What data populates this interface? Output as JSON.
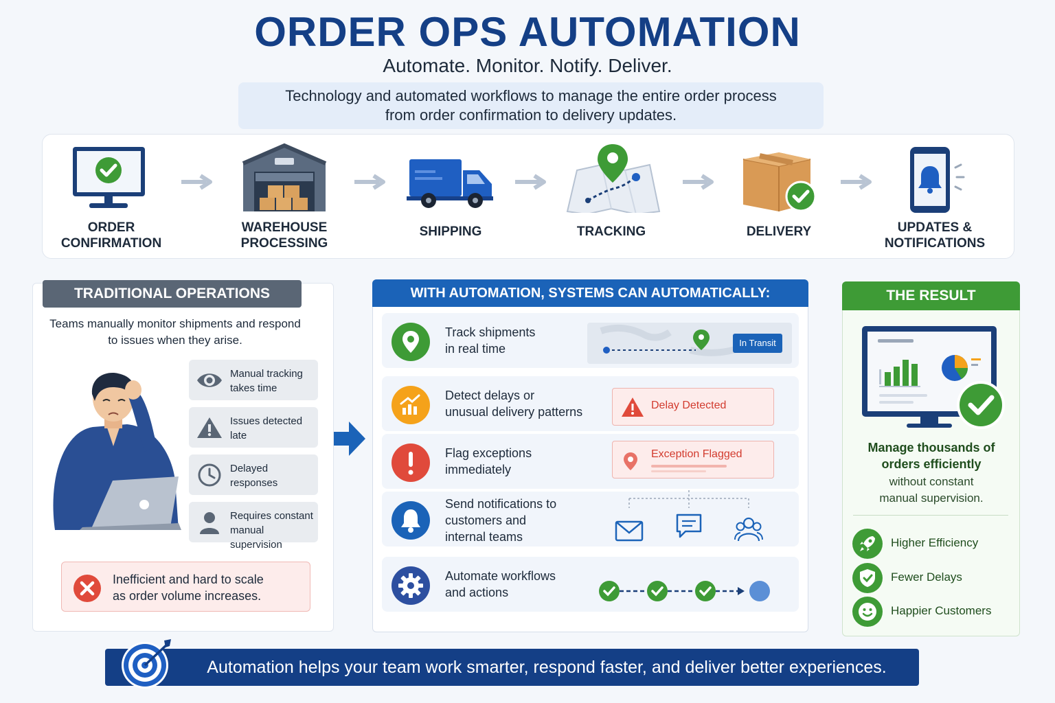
{
  "header": {
    "title": "ORDER OPS AUTOMATION",
    "tagline": "Automate. Monitor. Notify. Deliver.",
    "intro": [
      "Technology and automated workflows to manage the entire order process",
      "from order confirmation to delivery updates."
    ]
  },
  "flow": {
    "steps": [
      {
        "label": [
          "ORDER",
          "CONFIRMATION"
        ],
        "icon": "monitor-check-icon"
      },
      {
        "label": [
          "WAREHOUSE",
          "PROCESSING"
        ],
        "icon": "warehouse-icon"
      },
      {
        "label": [
          "SHIPPING"
        ],
        "icon": "truck-icon"
      },
      {
        "label": [
          "TRACKING"
        ],
        "icon": "map-pin-icon"
      },
      {
        "label": [
          "DELIVERY"
        ],
        "icon": "package-check-icon"
      },
      {
        "label": [
          "UPDATES &",
          "NOTIFICATIONS"
        ],
        "icon": "phone-bell-icon"
      }
    ]
  },
  "traditional": {
    "heading": "TRADITIONAL OPERATIONS",
    "description": [
      "Teams manually monitor shipments and respond",
      "to issues when they arise."
    ],
    "issues": [
      {
        "text": [
          "Manual tracking",
          "takes time"
        ],
        "icon": "eye-icon"
      },
      {
        "text": [
          "Issues detected",
          "late"
        ],
        "icon": "warning-icon"
      },
      {
        "text": [
          "Delayed",
          "responses"
        ],
        "icon": "clock-icon"
      },
      {
        "text": [
          "Requires constant",
          "manual supervision"
        ],
        "icon": "person-icon"
      }
    ],
    "warning": [
      "Inefficient and hard to scale",
      "as order volume increases."
    ]
  },
  "automation": {
    "heading": "WITH AUTOMATION, SYSTEMS CAN AUTOMATICALLY:",
    "rows": [
      {
        "text": [
          "Track shipments",
          "in real time"
        ],
        "icon": "location-icon",
        "color": "#3e9b36"
      },
      {
        "text": [
          "Detect delays or",
          "unusual delivery patterns"
        ],
        "icon": "chart-icon",
        "color": "#f5a21a"
      },
      {
        "text": [
          "Flag exceptions",
          "immediately"
        ],
        "icon": "alert-icon",
        "color": "#e04a3b"
      },
      {
        "text": [
          "Send notifications to",
          "customers and",
          "internal teams"
        ],
        "icon": "bell-icon",
        "color": "#1b63b8"
      },
      {
        "text": [
          "Automate workflows",
          "and actions"
        ],
        "icon": "gear-icon",
        "color": "#2d4fa0"
      }
    ],
    "in_transit": "In Transit",
    "delay_detected": "Delay Detected",
    "exception_flagged": "Exception Flagged"
  },
  "result": {
    "heading": "THE RESULT",
    "main": [
      "Manage thousands of",
      "orders efficiently"
    ],
    "sub": [
      "without constant",
      "manual supervision."
    ],
    "benefits": [
      {
        "text": "Higher Efficiency",
        "icon": "rocket-icon"
      },
      {
        "text": "Fewer Delays",
        "icon": "shield-check-icon"
      },
      {
        "text": "Happier Customers",
        "icon": "smile-icon"
      }
    ]
  },
  "footer": {
    "text": "Automation helps your team work smarter, respond faster, and deliver better experiences."
  }
}
